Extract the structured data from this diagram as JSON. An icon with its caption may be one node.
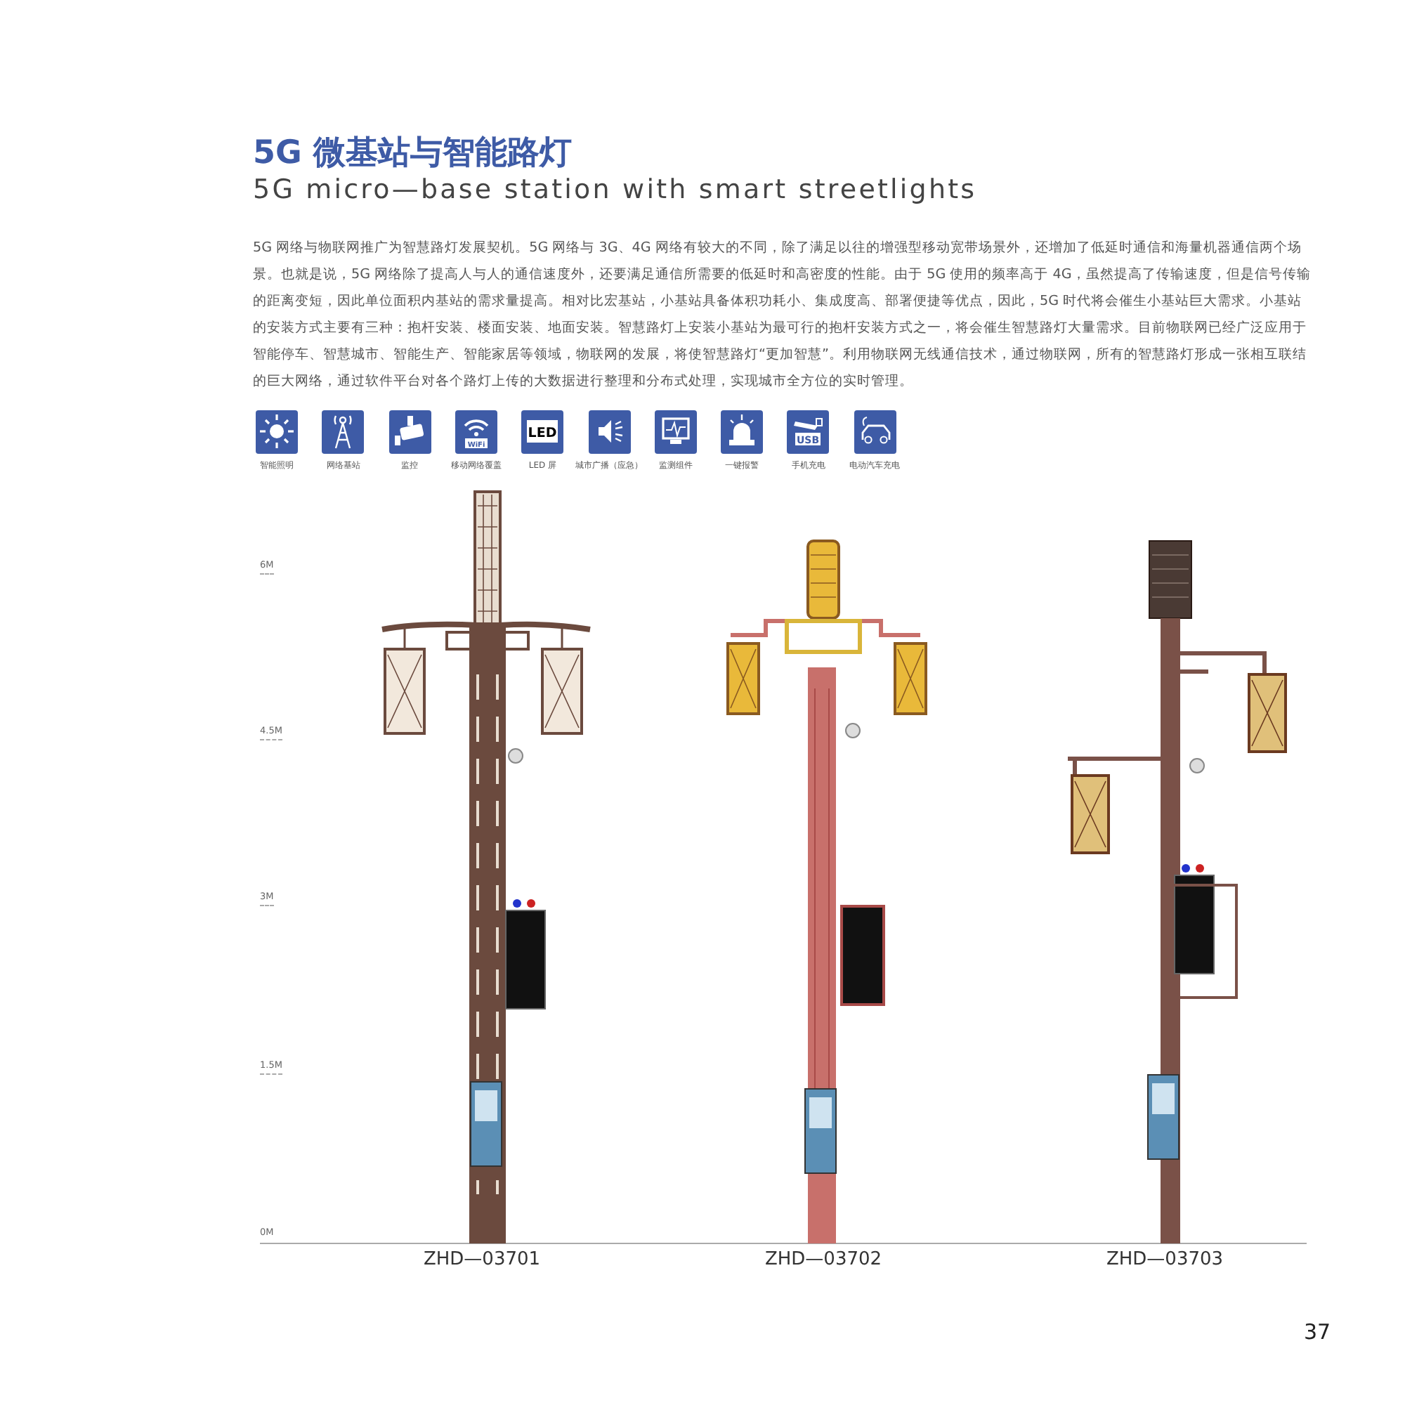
{
  "diagram": {
    "title": "5G 微基站与智能路灯",
    "labels": [
      "5G micro—base station with smart streetlights",
      "5G 网络与物联网推广为智慧路灯发展契机。5G 网络与 3G、4G 网络有较大的不同，除了满足以往的增强型移动宽带场景外，还增加了低延时通信和海量机器通信两个场景。也就是说，5G 网络除了提高人与人的通信速度外，还要满足通信所需要的低延时和高密度的性能。由于 5G 使用的频率高于 4G，虽然提高了传输速度，但是信号传输的距离变短，因此单位面积内基站的需求量提高。相对比宏基站，小基站具备体积功耗小、集成度高、部署便捷等优点，因此，5G 时代将会催生小基站巨大需求。小基站的安装方式主要有三种：抱杆安装、楼面安装、地面安装。智慧路灯上安装小基站为最可行的抱杆安装方式之一，将会催生智慧路灯大量需求。目前物联网已经广泛应用于智能停车、智慧城市、智能生产、智能家居等领域，物联网的发展，将使智慧路灯“更加智慧”。利用物联网无线通信技术，通过物联网，所有的智慧路灯形成一张相互联结的巨大网络，通过软件平台对各个路灯上传的大数据进行整理和分布式处理，实现城市全方位的实时管理。",
      "智能照明",
      "网络基站",
      "监控",
      "WiFi",
      "移动网络覆盖",
      "LED",
      "LED 屏",
      "城市广播（应急）",
      "监测组件",
      "一键报警",
      "USB",
      "手机充电",
      "电动汽车充电",
      "6M",
      "4.5M",
      "3M",
      "1.5M",
      "0M",
      "ZHD—03701",
      "ZHD—03702",
      "ZHD—03703",
      "37"
    ]
  }
}
